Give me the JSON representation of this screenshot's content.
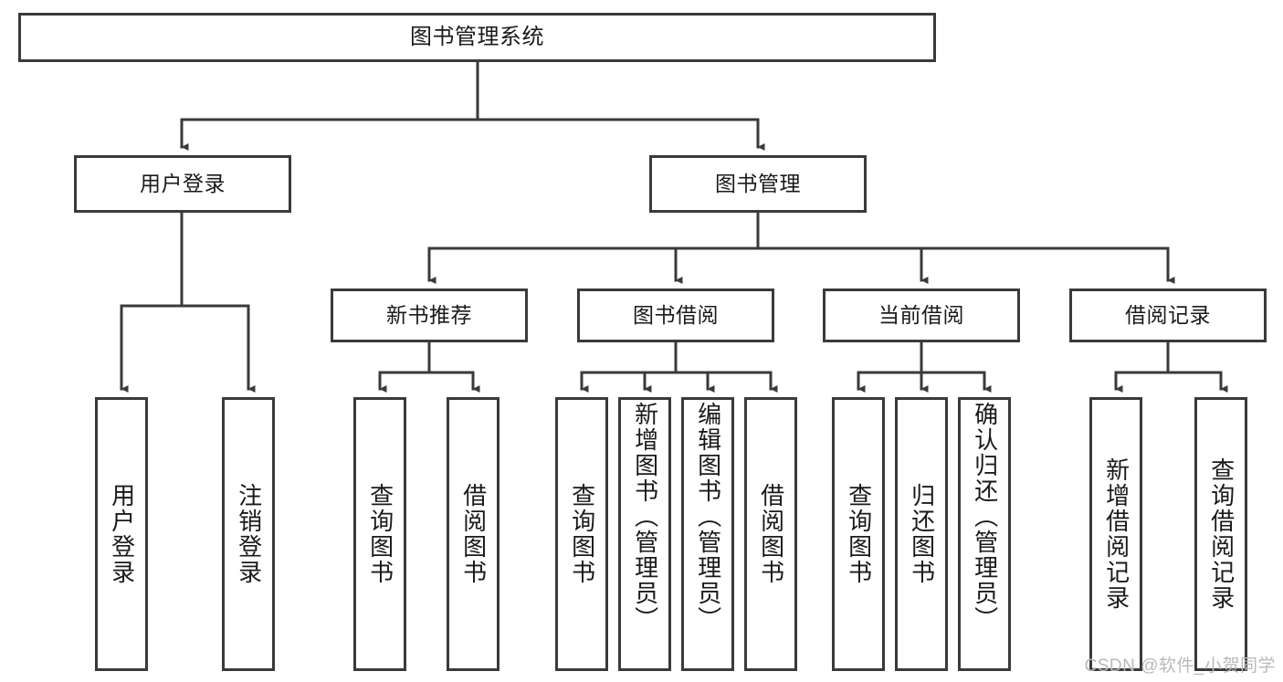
{
  "diagram": {
    "type": "tree-hierarchy",
    "title": "图书管理系统",
    "orientation": "top-down",
    "colors": {
      "box_border": "#3a3a3a",
      "box_fill": "#ffffff",
      "connector": "#3a3a3a",
      "text": "#1a1a1a",
      "watermark": "#b9b9b9",
      "background": "#ffffff"
    },
    "root": {
      "label": "图书管理系统"
    },
    "level2": [
      {
        "label": "用户登录"
      },
      {
        "label": "图书管理"
      }
    ],
    "level3": [
      {
        "label": "新书推荐"
      },
      {
        "label": "图书借阅"
      },
      {
        "label": "当前借阅"
      },
      {
        "label": "借阅记录"
      }
    ],
    "leaves": {
      "user_login": [
        {
          "label": "用户登录"
        },
        {
          "label": "注销登录"
        }
      ],
      "new_book_recommend": [
        {
          "label": "查询图书"
        },
        {
          "label": "借阅图书"
        }
      ],
      "book_borrow": [
        {
          "label": "查询图书"
        },
        {
          "label": "新增图书（管理员）"
        },
        {
          "label": "编辑图书（管理员）"
        },
        {
          "label": "借阅图书"
        }
      ],
      "current_borrow": [
        {
          "label": "查询图书"
        },
        {
          "label": "归还图书"
        },
        {
          "label": "确认归还（管理员）"
        }
      ],
      "borrow_records": [
        {
          "label": "新增借阅记录"
        },
        {
          "label": "查询借阅记录"
        }
      ]
    },
    "watermark": "CSDN @软件_小贺同学"
  }
}
